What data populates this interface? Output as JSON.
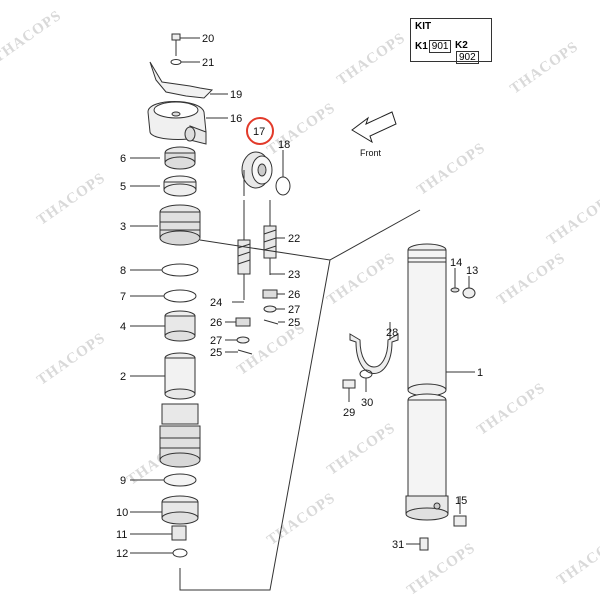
{
  "watermark": "THACOPS",
  "kit": {
    "title": "KIT",
    "k1_label": "K1",
    "k1_code": "901",
    "k2_label": "K2",
    "k2_code": "902"
  },
  "direction_label": "Front",
  "highlight_colour": "#e23a2a",
  "callouts": {
    "p20": "20",
    "p21": "21",
    "p19": "19",
    "p16": "16",
    "p17": "17",
    "p18": "18",
    "p6": "6",
    "p5": "5",
    "p3": "3",
    "p8": "8",
    "p7": "7",
    "p4": "4",
    "p2": "2",
    "p9": "9",
    "p10": "10",
    "p11": "11",
    "p12": "12",
    "p22": "22",
    "p23": "23",
    "p24": "24",
    "p26a": "26",
    "p27a": "27",
    "p25a": "25",
    "p26b": "26",
    "p27b": "27",
    "p25b": "25",
    "p14": "14",
    "p13": "13",
    "p28": "28",
    "p1": "1",
    "p29": "29",
    "p30": "30",
    "p15": "15",
    "p31": "31"
  }
}
